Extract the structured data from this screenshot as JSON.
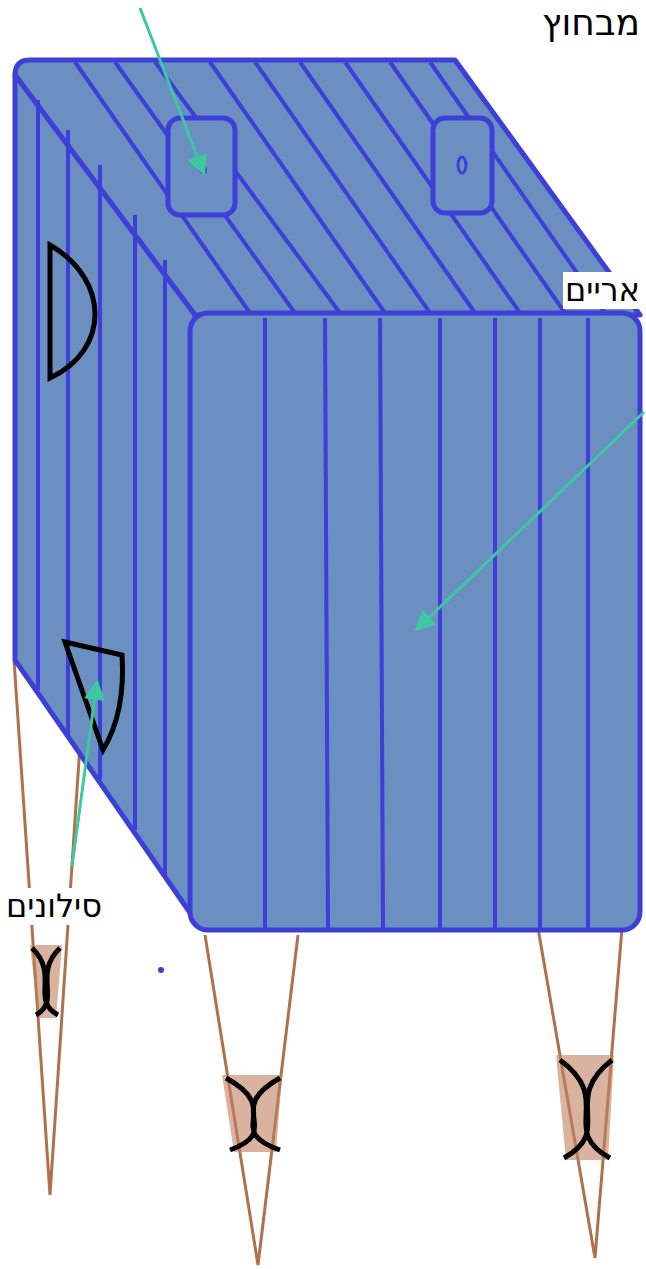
{
  "diagram": {
    "labels": [
      "מבחוץ",
      "אריים",
      "סילונים"
    ]
  }
}
